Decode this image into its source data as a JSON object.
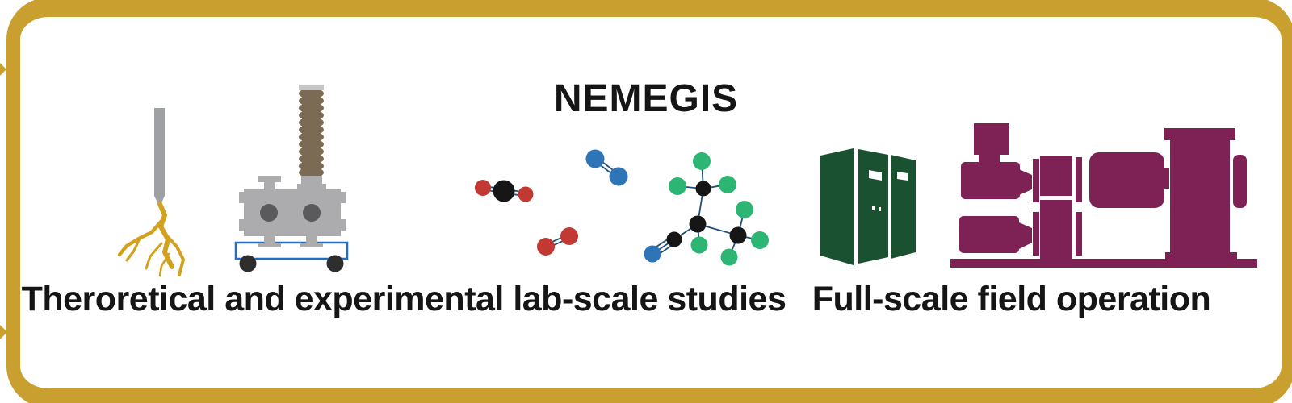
{
  "title": {
    "text": "NEMEGIS"
  },
  "captions": {
    "left": "Theroretical and experimental lab-scale studies",
    "right": "Full-scale field operation"
  },
  "palette": {
    "gold": "#C9A02F",
    "discharge_gold": "#D2A21F",
    "electrode_gray": "#9FA0A3",
    "reactor_gray": "#ACACAE",
    "reactor_dark_gray": "#5A5A5C",
    "reactor_cap_gray": "#C6C6C6",
    "bushing_brown": "#7B6B54",
    "cart_blue": "#1F6FC4",
    "wheel_black": "#2E2E2E",
    "cabinet_green": "#1A5130",
    "machine_magenta": "#7E2256",
    "text_black": "#151515"
  },
  "molecules": {
    "bond_color": "#1F4E79",
    "atom_colors": {
      "red": "#C23934",
      "black": "#161616",
      "blue": "#2E75B8",
      "green": "#2DB673"
    },
    "items": [
      {
        "name": "carbon-dioxide-molecule",
        "atoms": [
          [
            598,
            233,
            10,
            "red"
          ],
          [
            624,
            237,
            13.5,
            "black"
          ],
          [
            651,
            241,
            9.5,
            "red"
          ]
        ],
        "bonds": [
          [
            0,
            1,
            2
          ],
          [
            1,
            2,
            2
          ]
        ]
      },
      {
        "name": "nitrogen-molecule",
        "atoms": [
          [
            737,
            197,
            11.5,
            "blue"
          ],
          [
            766,
            219,
            11.5,
            "blue"
          ]
        ],
        "bonds": [
          [
            0,
            1,
            2
          ]
        ]
      },
      {
        "name": "oxygen-molecule",
        "atoms": [
          [
            676,
            306,
            11,
            "red"
          ],
          [
            705,
            293,
            11,
            "red"
          ]
        ],
        "bonds": [
          [
            0,
            1,
            2
          ]
        ]
      },
      {
        "name": "fluoronitrile-molecule",
        "atoms": [
          [
            871,
            234,
            9.5,
            "black"
          ],
          [
            869,
            200,
            11,
            "green"
          ],
          [
            839,
            231,
            11,
            "green"
          ],
          [
            901,
            229,
            11,
            "green"
          ],
          [
            864,
            278,
            10.5,
            "black"
          ],
          [
            866,
            304,
            10.5,
            "green"
          ],
          [
            914,
            292,
            10.5,
            "black"
          ],
          [
            922,
            260,
            11,
            "green"
          ],
          [
            941,
            298,
            11,
            "green"
          ],
          [
            903,
            319,
            10.5,
            "green"
          ],
          [
            835,
            297,
            9.5,
            "black"
          ],
          [
            808,
            315,
            10.5,
            "blue"
          ]
        ],
        "bonds": [
          [
            0,
            1,
            1
          ],
          [
            0,
            2,
            1
          ],
          [
            0,
            3,
            1
          ],
          [
            0,
            4,
            1
          ],
          [
            4,
            5,
            1
          ],
          [
            4,
            6,
            1
          ],
          [
            4,
            10,
            1
          ],
          [
            6,
            7,
            1
          ],
          [
            6,
            8,
            1
          ],
          [
            6,
            9,
            1
          ],
          [
            10,
            11,
            3
          ]
        ]
      }
    ]
  }
}
